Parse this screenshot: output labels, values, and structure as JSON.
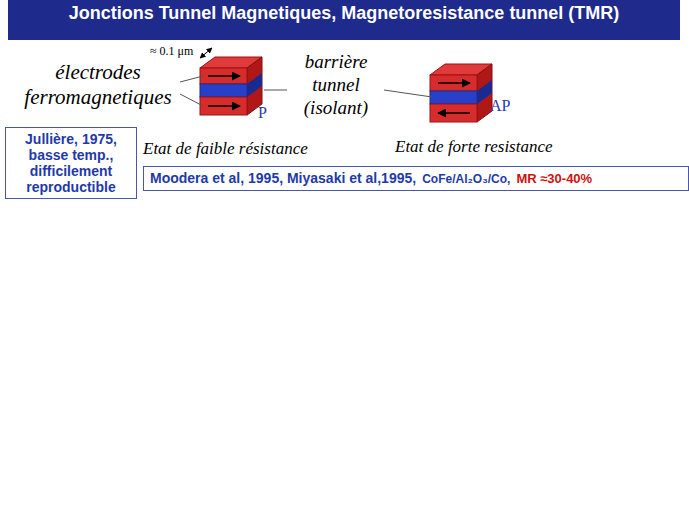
{
  "diagram": {
    "title": "Jonctions Tunnel Magnetiques, Magnetoresistance tunnel (TMR)",
    "nodes": [
      {
        "text": [
          "Jullière, 1975, basse temp., difficilement reproductible"
        ]
      },
      {
        "text": [
          "Moodera et al, 1995,  Miyasaki et al,1995,",
          "CoFe/Al₂O₃/Co,",
          "MR ≈30-40%"
        ]
      }
    ],
    "labels": [
      "≈ 0.1 μm",
      "électrodes ferromagnetiques",
      "barrière tunnel (isolant)",
      "P",
      "AP",
      "Etat de faible résistance",
      "Etat de forte resistance"
    ]
  }
}
